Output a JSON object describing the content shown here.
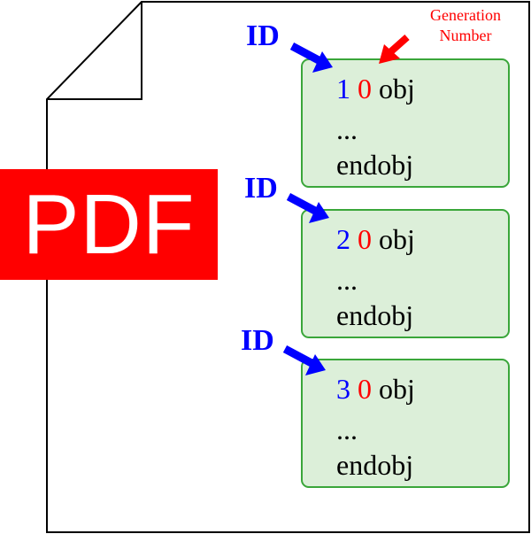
{
  "badge": {
    "label": "PDF",
    "background_color": "#ff0000",
    "text_color": "#ffffff"
  },
  "annotation": {
    "generation_label_line1": "Generation",
    "generation_label_line2": "Number",
    "id_label": "ID",
    "id_color": "#0000ff",
    "generation_color": "#ff0000"
  },
  "objects": [
    {
      "id": "1",
      "generation": "0",
      "keyword": "obj",
      "body": "...",
      "end": "endobj"
    },
    {
      "id": "2",
      "generation": "0",
      "keyword": "obj",
      "body": "...",
      "end": "endobj"
    },
    {
      "id": "3",
      "generation": "0",
      "keyword": "obj",
      "body": "...",
      "end": "endobj"
    }
  ],
  "colors": {
    "object_fill": "#dcefd9",
    "object_border": "#3aa63a"
  }
}
